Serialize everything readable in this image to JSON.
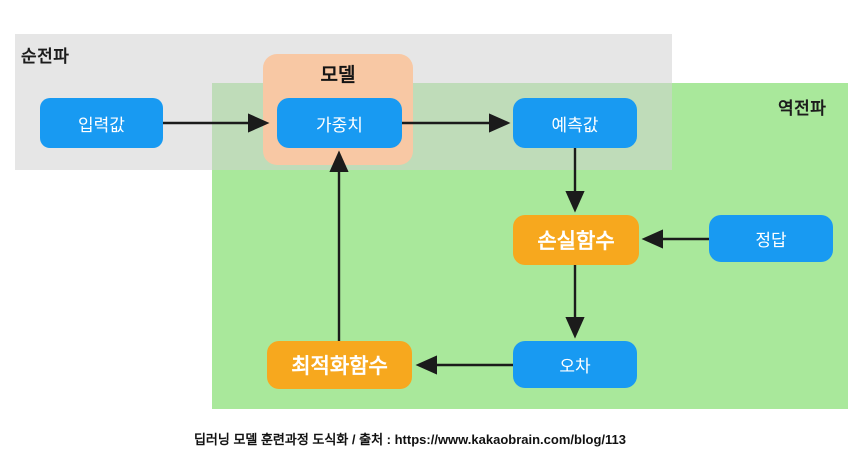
{
  "diagram": {
    "regions": {
      "forward": {
        "label": "순전파",
        "color": "#e8e8e8"
      },
      "backward": {
        "label": "역전파",
        "color": "#a9e89b"
      }
    },
    "model_group": {
      "label": "모델",
      "color": "#f8c8a4"
    },
    "nodes": {
      "input": {
        "label": "입력값",
        "color": "#189af2"
      },
      "weights": {
        "label": "가중치",
        "color": "#189af2"
      },
      "prediction": {
        "label": "예측값",
        "color": "#189af2"
      },
      "loss": {
        "label": "손실함수",
        "color": "#f7a81e"
      },
      "answer": {
        "label": "정답",
        "color": "#189af2"
      },
      "error": {
        "label": "오차",
        "color": "#189af2"
      },
      "optimizer": {
        "label": "최적화함수",
        "color": "#f7a81e"
      }
    },
    "edges": [
      {
        "from": "input",
        "to": "weights"
      },
      {
        "from": "weights",
        "to": "prediction"
      },
      {
        "from": "prediction",
        "to": "loss"
      },
      {
        "from": "answer",
        "to": "loss"
      },
      {
        "from": "loss",
        "to": "error"
      },
      {
        "from": "error",
        "to": "optimizer"
      },
      {
        "from": "optimizer",
        "to": "weights"
      }
    ],
    "caption": "딥러닝 모델 훈련과정 도식화 / 출처 : https://www.kakaobrain.com/blog/113"
  }
}
